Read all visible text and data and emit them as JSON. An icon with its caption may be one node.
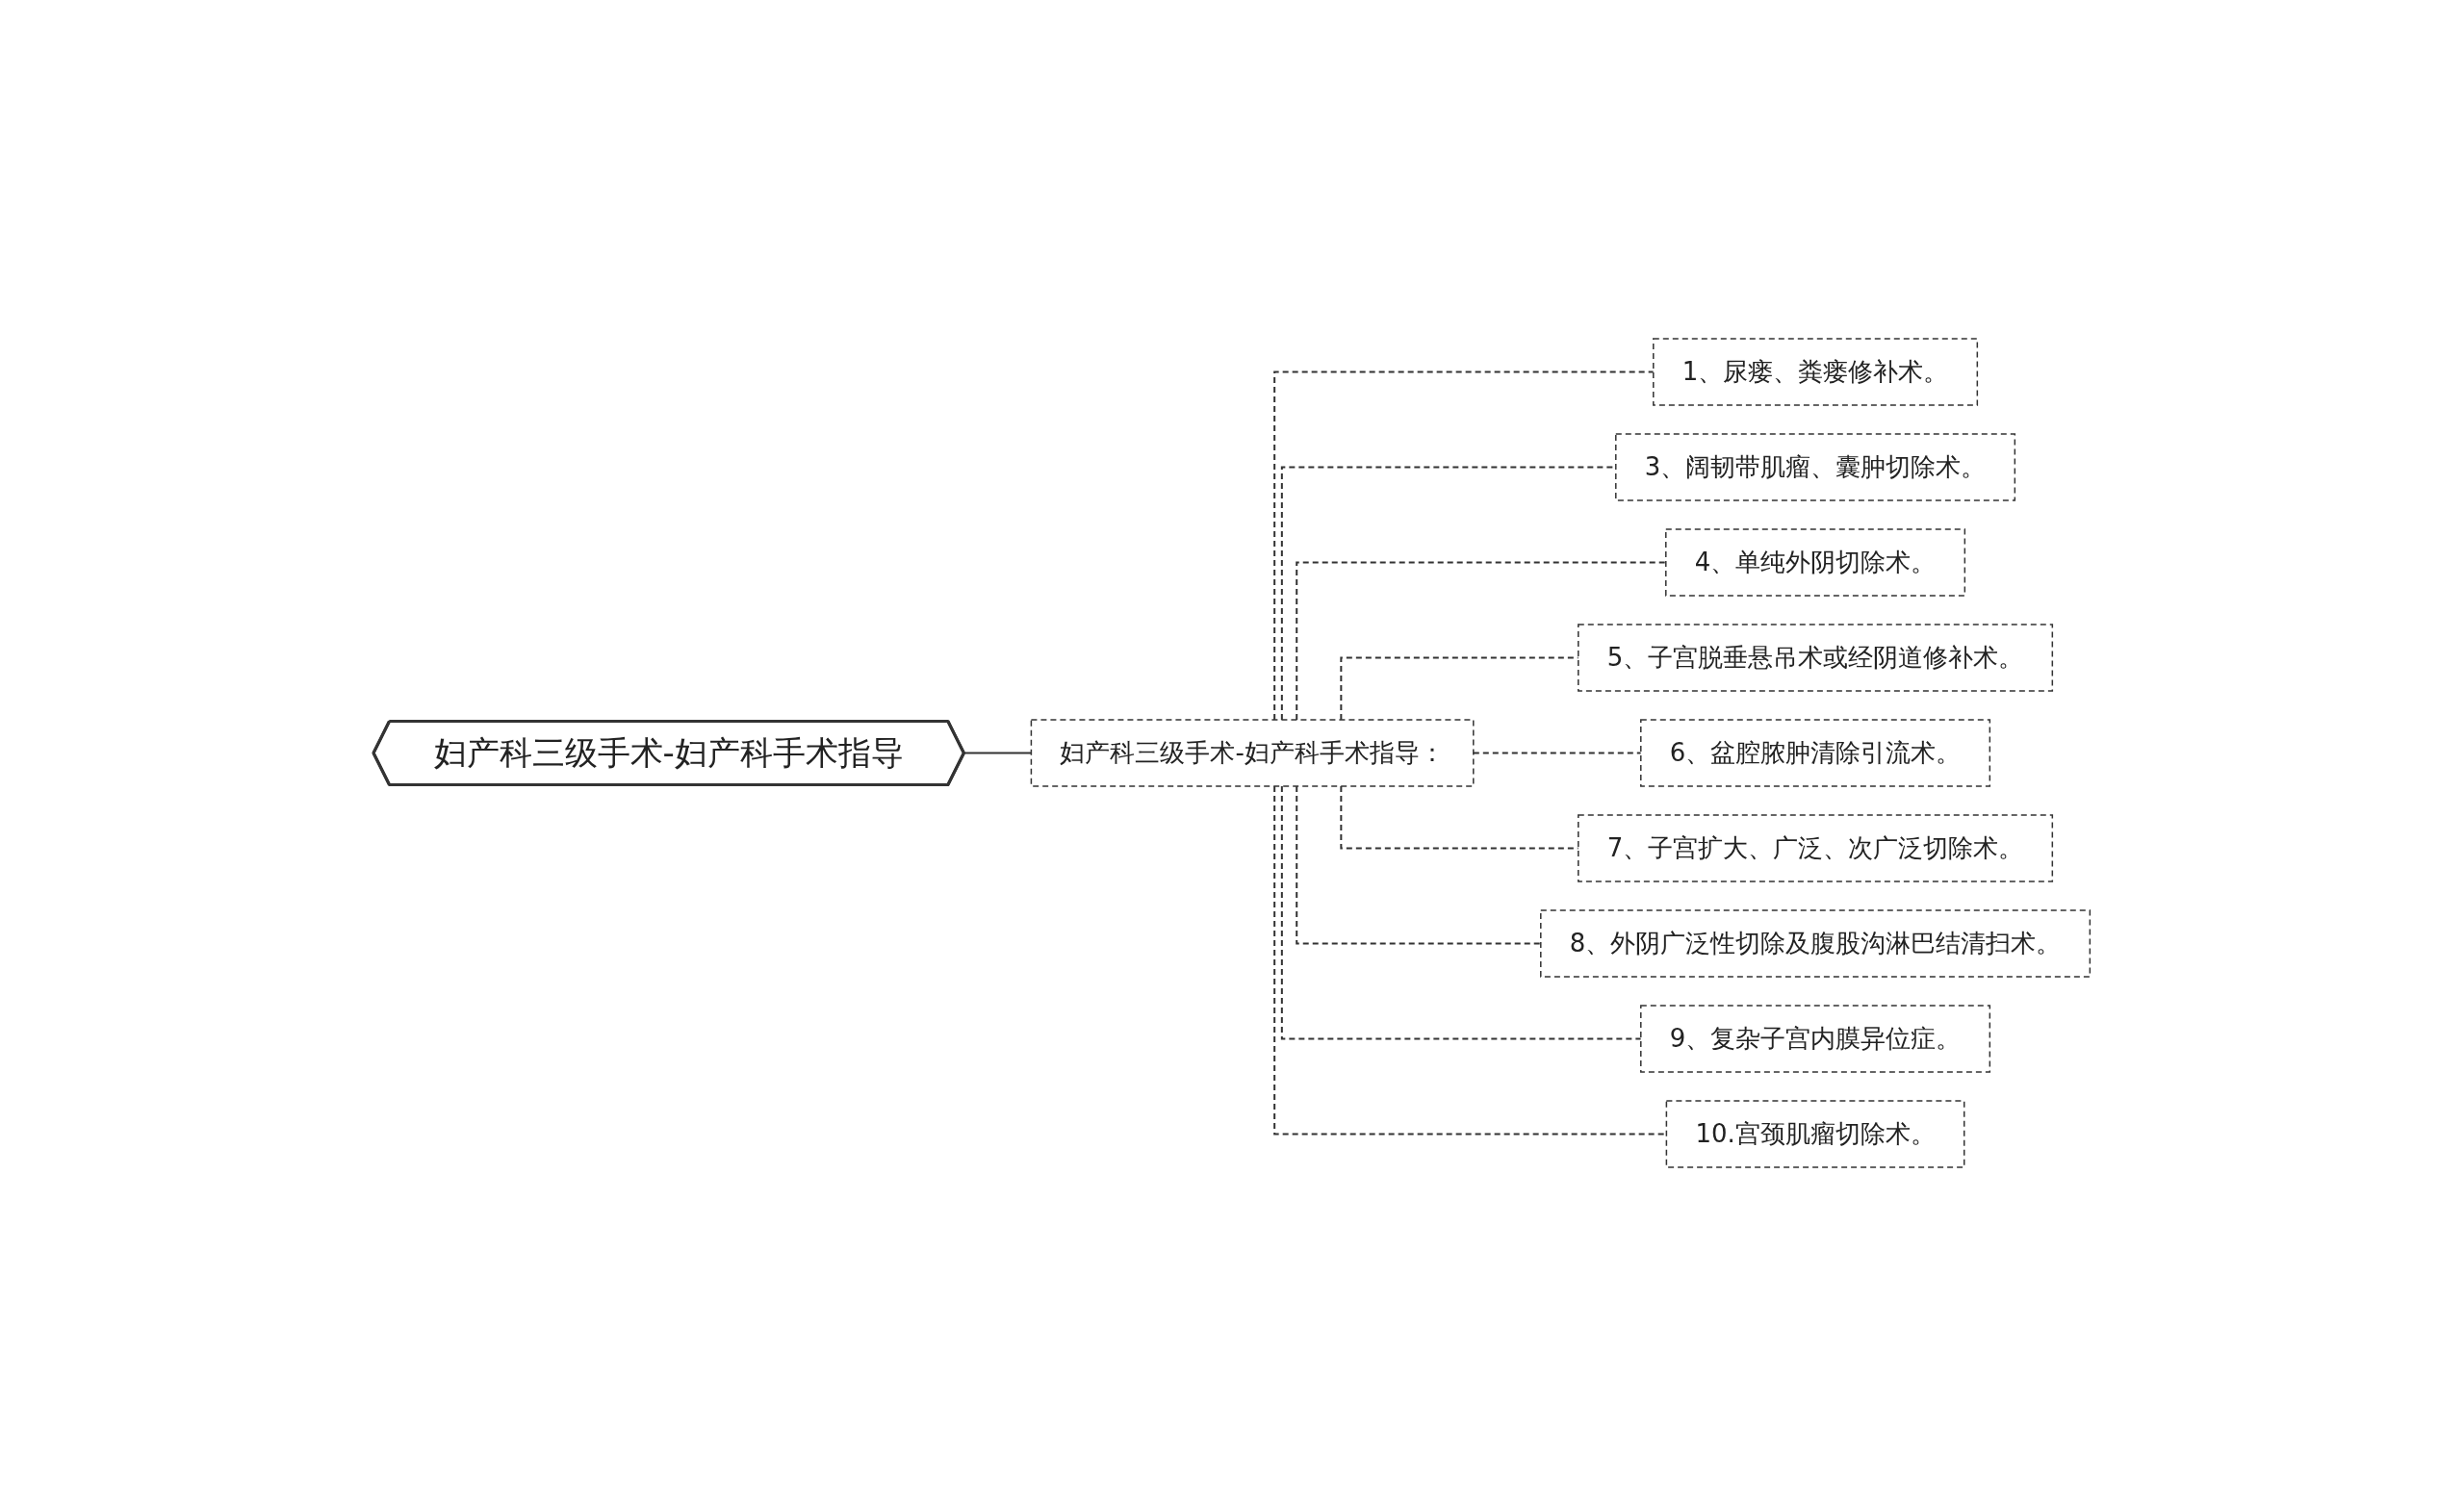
{
  "diagram": {
    "nodes": [
      {
        "text": [
          "妇产科三级手术-妇产科手术指导"
        ]
      },
      {
        "text": [
          "妇产科三级手术-妇产科手术指导："
        ]
      },
      {
        "text": [
          "1、尿瘘、粪瘘修补术。"
        ]
      },
      {
        "text": [
          "3、阔韧带肌瘤、囊肿切除术。"
        ]
      },
      {
        "text": [
          "4、单纯外阴切除术。"
        ]
      },
      {
        "text": [
          "5、子宫脱垂悬吊术或经阴道修补术。"
        ]
      },
      {
        "text": [
          "6、盆腔脓肿清除引流术。"
        ]
      },
      {
        "text": [
          "7、子宫扩大、广泛、次广泛切除术。"
        ]
      },
      {
        "text": [
          "8、外阴广泛性切除及腹股沟淋巴结清扫术。"
        ]
      },
      {
        "text": [
          "9、复杂子宫内膜异位症。"
        ]
      },
      {
        "text": [
          "10.宫颈肌瘤切除术。"
        ]
      }
    ],
    "edges": [
      {
        "from": 0,
        "to": 1,
        "arrow": "none"
      },
      {
        "from": 1,
        "to": 2,
        "arrow": "none",
        "style": "dashed"
      },
      {
        "from": 1,
        "to": 3,
        "arrow": "none",
        "style": "dashed"
      },
      {
        "from": 1,
        "to": 4,
        "arrow": "none",
        "style": "dashed"
      },
      {
        "from": 1,
        "to": 5,
        "arrow": "none",
        "style": "dashed"
      },
      {
        "from": 1,
        "to": 6,
        "arrow": "none",
        "style": "dashed"
      },
      {
        "from": 1,
        "to": 7,
        "arrow": "none",
        "style": "dashed"
      },
      {
        "from": 1,
        "to": 8,
        "arrow": "none",
        "style": "dashed"
      },
      {
        "from": 1,
        "to": 9,
        "arrow": "none",
        "style": "dashed"
      },
      {
        "from": 1,
        "to": 10,
        "arrow": "none",
        "style": "dashed"
      }
    ]
  }
}
